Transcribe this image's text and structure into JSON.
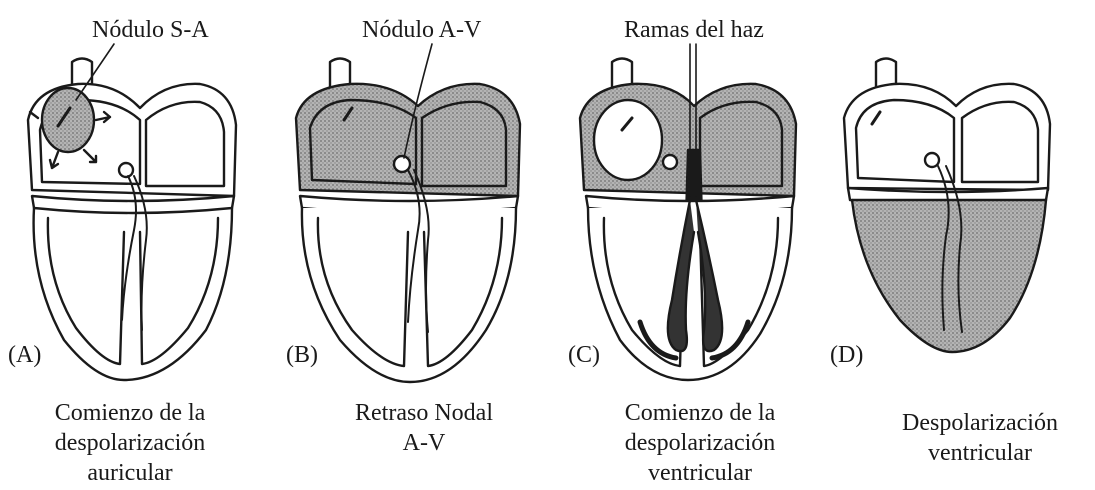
{
  "panels": [
    {
      "letter": "(A)",
      "callout": "Nódulo S-A",
      "caption": [
        "Comienzo de la",
        "despolarización",
        "auricular"
      ],
      "shaded": "atria-partial"
    },
    {
      "letter": "(B)",
      "callout": "Nódulo A-V",
      "caption": [
        "Retraso Nodal",
        "A-V"
      ],
      "shaded": "atria"
    },
    {
      "letter": "(C)",
      "callout": "Ramas del haz",
      "caption": [
        "Comienzo de la",
        "despolarización",
        "ventricular"
      ],
      "shaded": "atria-septum"
    },
    {
      "letter": "(D)",
      "callout": "",
      "caption": [
        "Despolarización",
        "ventricular"
      ],
      "shaded": "ventricles"
    }
  ],
  "colors": {
    "ink": "#1a1a1a",
    "shade": "#9a9a9a",
    "paper": "#ffffff"
  }
}
